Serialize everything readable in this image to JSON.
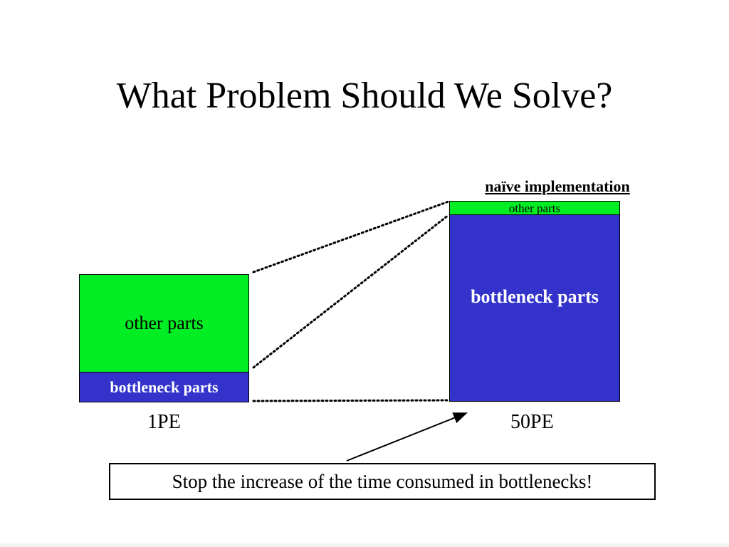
{
  "slide": {
    "title": "What Problem Should We Solve?",
    "heading": "naïve implementation",
    "left_bar": {
      "top_label": "other parts",
      "bottom_label": "bottleneck parts",
      "pe_label": "1PE"
    },
    "right_bar": {
      "top_label": "other parts",
      "bottom_label": "bottleneck parts",
      "pe_label": "50PE"
    },
    "note": "Stop the increase of the time consumed in bottlenecks!"
  },
  "colors": {
    "other_parts": "#00ee23",
    "bottleneck_parts": "#3333cc"
  }
}
